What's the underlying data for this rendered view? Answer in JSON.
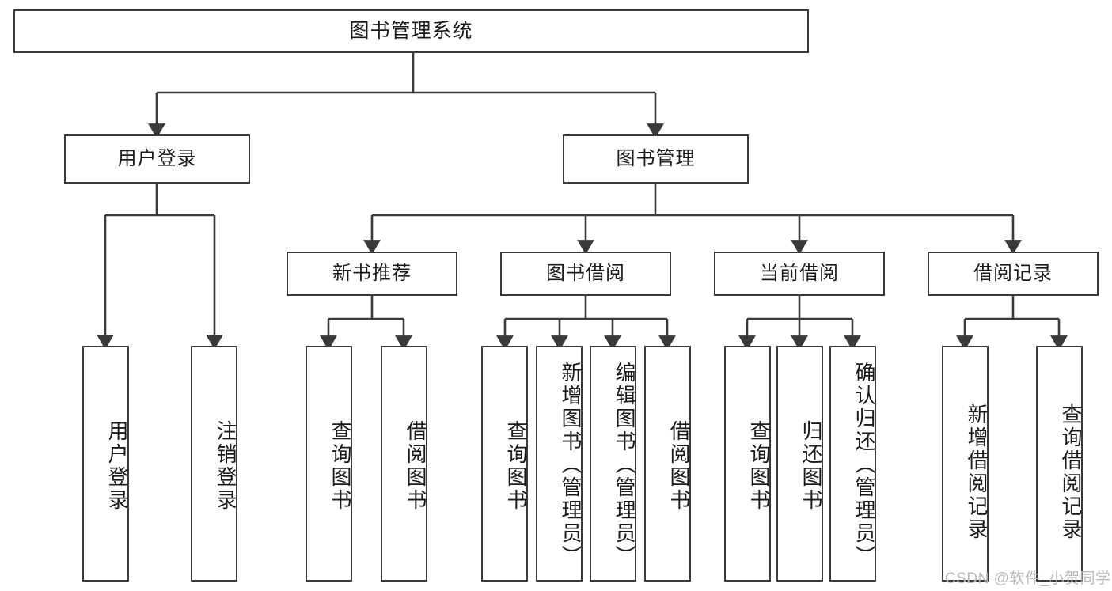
{
  "diagram": {
    "title": "图书管理系统",
    "type": "tree",
    "watermark": "CSDN @软件_小贺同学",
    "line_color": "#3a3a3a",
    "box_fill": "#ffffff",
    "text_color": "#1b1b1b",
    "watermark_color": "#b9b9b9"
  },
  "nodes": {
    "root": {
      "label": "图书管理系统"
    },
    "level2": [
      {
        "id": "user-login",
        "label": "用户登录"
      },
      {
        "id": "book-manage",
        "label": "图书管理"
      }
    ],
    "level3": [
      {
        "id": "new-book-recommend",
        "label": "新书推荐"
      },
      {
        "id": "book-borrow",
        "label": "图书借阅"
      },
      {
        "id": "current-borrow",
        "label": "当前借阅"
      },
      {
        "id": "borrow-record",
        "label": "借阅记录"
      }
    ],
    "leaves": {
      "user_login": [
        {
          "id": "leaf-user-login",
          "label": "用户登录"
        },
        {
          "id": "leaf-logout",
          "label": "注销登录"
        }
      ],
      "new_book_recommend": [
        {
          "id": "leaf-query-book-1",
          "label": "查询图书"
        },
        {
          "id": "leaf-borrow-book-1",
          "label": "借阅图书"
        }
      ],
      "book_borrow": [
        {
          "id": "leaf-query-book-2",
          "label": "查询图书"
        },
        {
          "id": "leaf-add-book",
          "label": "新增图书（管理员）"
        },
        {
          "id": "leaf-edit-book",
          "label": "编辑图书（管理员）"
        },
        {
          "id": "leaf-borrow-book-2",
          "label": "借阅图书"
        }
      ],
      "current_borrow": [
        {
          "id": "leaf-query-book-3",
          "label": "查询图书"
        },
        {
          "id": "leaf-return-book",
          "label": "归还图书"
        },
        {
          "id": "leaf-confirm-return",
          "label": "确认归还（管理员）"
        }
      ],
      "borrow_record": [
        {
          "id": "leaf-add-record",
          "label": "新增借阅记录"
        },
        {
          "id": "leaf-query-record",
          "label": "查询借阅记录"
        }
      ]
    }
  }
}
